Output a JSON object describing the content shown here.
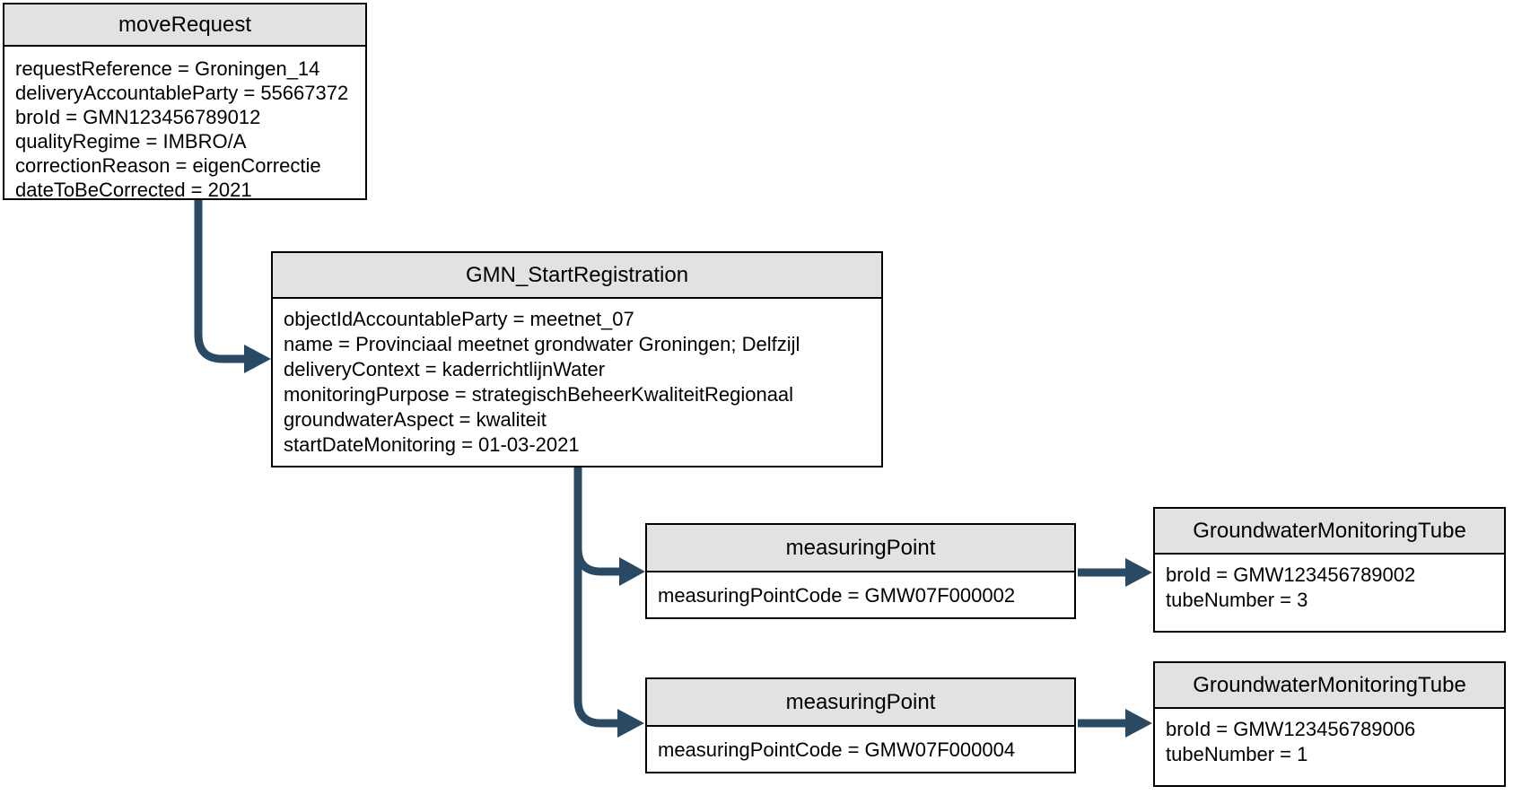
{
  "diagram": {
    "colors": {
      "arrow": "#2a4a64",
      "header_fill": "#e2e2e2",
      "body_fill": "#ffffff",
      "border": "#000000",
      "text": "#000000",
      "background": "#ffffff"
    },
    "nodes": {
      "move_request": {
        "title": "moveRequest",
        "attributes": [
          "requestReference = Groningen_14",
          "deliveryAccountableParty = 55667372",
          "broId = GMN123456789012",
          "qualityRegime = IMBRO/A",
          "correctionReason = eigenCorrectie",
          "dateToBeCorrected = 2021"
        ]
      },
      "gmn_start_registration": {
        "title": "GMN_StartRegistration",
        "attributes": [
          "objectIdAccountableParty = meetnet_07",
          "name = Provinciaal meetnet grondwater Groningen; Delfzijl",
          "deliveryContext = kaderrichtlijnWater",
          "monitoringPurpose = strategischBeheerKwaliteitRegionaal",
          "groundwaterAspect = kwaliteit",
          "startDateMonitoring = 01-03-2021"
        ]
      },
      "measuring_point_1": {
        "title": "measuringPoint",
        "attributes": [
          "measuringPointCode = GMW07F000002"
        ]
      },
      "tube_1": {
        "title": "GroundwaterMonitoringTube",
        "attributes": [
          "broId = GMW123456789002",
          "tubeNumber = 3"
        ]
      },
      "measuring_point_2": {
        "title": "measuringPoint",
        "attributes": [
          "measuringPointCode = GMW07F000004"
        ]
      },
      "tube_2": {
        "title": "GroundwaterMonitoringTube",
        "attributes": [
          "broId = GMW123456789006",
          "tubeNumber = 1"
        ]
      }
    }
  }
}
